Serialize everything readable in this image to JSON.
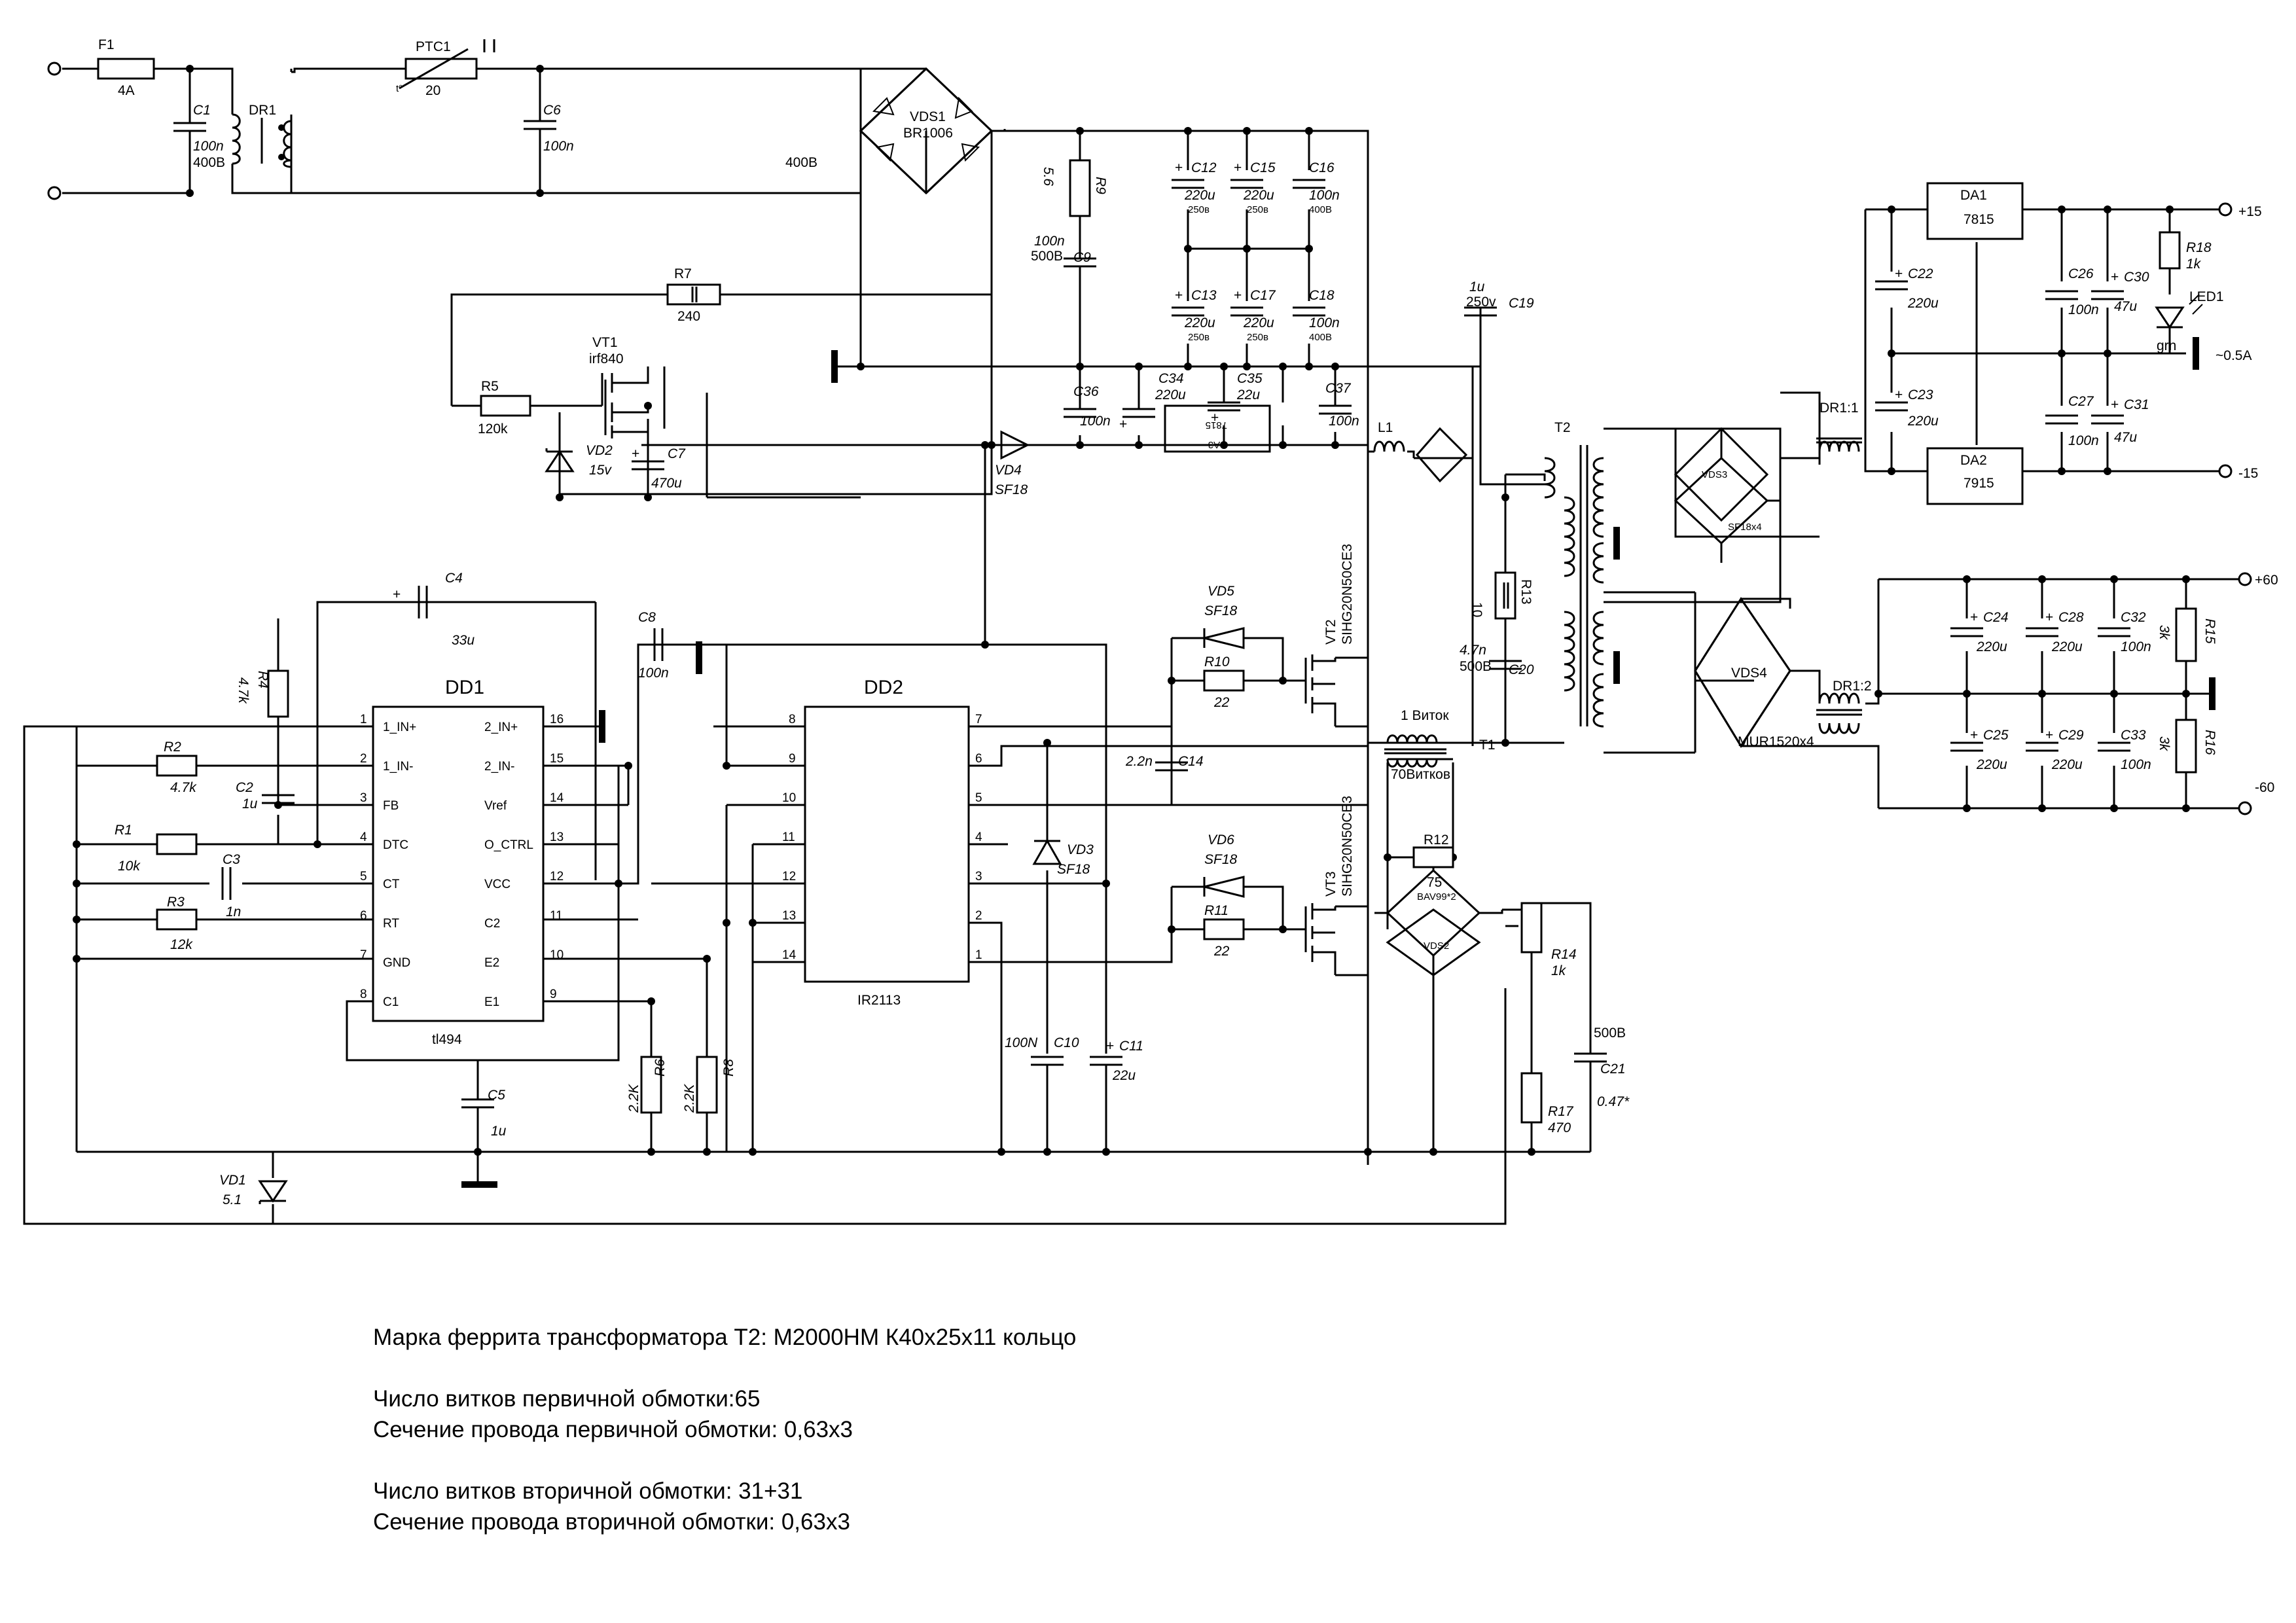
{
  "fuse": {
    "ref": "F1",
    "value": "4A"
  },
  "c1": {
    "ref": "C1",
    "value": "100n",
    "rating": "400В"
  },
  "dr1": {
    "ref": "DR1"
  },
  "ptc1": {
    "ref": "PTC1",
    "tval": "t°",
    "value": "20"
  },
  "c6": {
    "ref": "C6",
    "value": "100n"
  },
  "vds1": {
    "ref": "VDS1",
    "value": "BR1006"
  },
  "bus_label": "400В",
  "r9": {
    "ref": "R9",
    "value": "5.6"
  },
  "c9": {
    "ref": "C9",
    "value": "100n",
    "rating": "500В"
  },
  "c12": {
    "ref": "C12",
    "value": "220u",
    "rating": "250в"
  },
  "c15": {
    "ref": "C15",
    "value": "220u",
    "rating": "250в"
  },
  "c16": {
    "ref": "C16",
    "value": "100n",
    "rating": "400В"
  },
  "c13": {
    "ref": "C13",
    "value": "220u",
    "rating": "250в"
  },
  "c17": {
    "ref": "C17",
    "value": "220u",
    "rating": "250в"
  },
  "c18": {
    "ref": "C18",
    "value": "100n",
    "rating": "400В"
  },
  "r7": {
    "ref": "R7",
    "value": "240"
  },
  "vt1": {
    "ref": "VT1",
    "value": "irf840"
  },
  "r5": {
    "ref": "R5",
    "value": "120k"
  },
  "vd2": {
    "ref": "VD2",
    "value": "15v"
  },
  "c7": {
    "ref": "C7",
    "value": "470u"
  },
  "c36": {
    "ref": "C36",
    "value": "100n"
  },
  "c34": {
    "ref": "C34",
    "value": "220u"
  },
  "c35": {
    "ref": "C35",
    "value": "22u"
  },
  "c37": {
    "ref": "C37",
    "value": "100n"
  },
  "da3": {
    "ref": "DA3",
    "value": "7815"
  },
  "vd4": {
    "ref": "VD4",
    "value": "SF18"
  },
  "c19": {
    "ref": "C19",
    "value": "1u",
    "rating": "250v"
  },
  "l1": {
    "ref": "L1"
  },
  "t2": {
    "ref": "T2"
  },
  "vds3": {
    "ref": "VDS3",
    "value": "SF18x4"
  },
  "dr11": {
    "ref": "DR1:1"
  },
  "da1": {
    "ref": "DA1",
    "value": "7815"
  },
  "da2": {
    "ref": "DA2",
    "value": "7915"
  },
  "c22": {
    "ref": "C22",
    "value": "220u"
  },
  "c23": {
    "ref": "C23",
    "value": "220u"
  },
  "c26": {
    "ref": "C26",
    "value": "100n"
  },
  "c27": {
    "ref": "C27",
    "value": "100n"
  },
  "c30": {
    "ref": "C30",
    "value": "47u"
  },
  "c31": {
    "ref": "C31",
    "value": "47u"
  },
  "r18": {
    "ref": "R18",
    "value": "1k"
  },
  "led1": {
    "ref": "LED1",
    "value": "grn"
  },
  "out_p15": "+15",
  "out_m15": "-15",
  "current": "~0.5A",
  "out_p60": "+60",
  "out_m60": "-60",
  "vds4": {
    "ref": "VDS4",
    "value": "MUR1520x4"
  },
  "dr12": {
    "ref": "DR1:2"
  },
  "c24": {
    "ref": "C24",
    "value": "220u"
  },
  "c25": {
    "ref": "C25",
    "value": "220u"
  },
  "c28": {
    "ref": "C28",
    "value": "220u"
  },
  "c29": {
    "ref": "C29",
    "value": "220u"
  },
  "c32": {
    "ref": "C32",
    "value": "100n"
  },
  "c33": {
    "ref": "C33",
    "value": "100n"
  },
  "r15": {
    "ref": "R15",
    "value": "3k"
  },
  "r16": {
    "ref": "R16",
    "value": "3k"
  },
  "r13": {
    "ref": "R13",
    "value": "10"
  },
  "c20": {
    "ref": "C20",
    "value": "4.7n",
    "rating": "500В"
  },
  "vt2": {
    "ref": "VT2",
    "value": "SIHG20N50CE3"
  },
  "vt3": {
    "ref": "VT3",
    "value": "SIHG20N50CE3"
  },
  "vd5": {
    "ref": "VD5",
    "value": "SF18"
  },
  "r10": {
    "ref": "R10",
    "value": "22"
  },
  "vd6": {
    "ref": "VD6",
    "value": "SF18"
  },
  "r11": {
    "ref": "R11",
    "value": "22"
  },
  "t1": {
    "ref": "T1",
    "prim": "1 Виток",
    "sec": "70Витков"
  },
  "r12": {
    "ref": "R12",
    "value": "75"
  },
  "vds2": {
    "ref": "VDS2",
    "value": "BAV99*2"
  },
  "r14": {
    "ref": "R14",
    "value": "1k"
  },
  "r17": {
    "ref": "R17",
    "value": "470"
  },
  "c21": {
    "ref": "C21",
    "value": "0.47*",
    "rating": "500В"
  },
  "c14": {
    "ref": "C14",
    "value": "2.2n"
  },
  "vd3": {
    "ref": "VD3",
    "value": "SF18"
  },
  "c10": {
    "ref": "C10",
    "value": "100N"
  },
  "c11": {
    "ref": "C11",
    "value": "22u"
  },
  "r6": {
    "ref": "R6",
    "value": "2.2K"
  },
  "r8": {
    "ref": "R8",
    "value": "2.2K"
  },
  "c4": {
    "ref": "C4",
    "value": "33u"
  },
  "c8": {
    "ref": "C8",
    "value": "100n"
  },
  "r4": {
    "ref": "R4",
    "value": "4.7k"
  },
  "r2": {
    "ref": "R2",
    "value": "4.7k"
  },
  "c2": {
    "ref": "C2",
    "value": "1u"
  },
  "r1": {
    "ref": "R1",
    "value": "10k"
  },
  "c3": {
    "ref": "C3",
    "value": "1n"
  },
  "r3": {
    "ref": "R3",
    "value": "12k"
  },
  "c5": {
    "ref": "C5",
    "value": "1u"
  },
  "vd1": {
    "ref": "VD1",
    "value": "5.1"
  },
  "dd1": {
    "ref": "DD1",
    "part": "tl494",
    "left_pins": [
      {
        "num": "1",
        "name": "1_IN+"
      },
      {
        "num": "2",
        "name": "1_IN-"
      },
      {
        "num": "3",
        "name": "FB"
      },
      {
        "num": "4",
        "name": "DTC"
      },
      {
        "num": "5",
        "name": "CT"
      },
      {
        "num": "6",
        "name": "RT"
      },
      {
        "num": "7",
        "name": "GND"
      },
      {
        "num": "8",
        "name": "C1"
      }
    ],
    "right_pins": [
      {
        "num": "16",
        "name": "2_IN+"
      },
      {
        "num": "15",
        "name": "2_IN-"
      },
      {
        "num": "14",
        "name": "Vref"
      },
      {
        "num": "13",
        "name": "O_CTRL"
      },
      {
        "num": "12",
        "name": "VCC"
      },
      {
        "num": "11",
        "name": "C2"
      },
      {
        "num": "10",
        "name": "E2"
      },
      {
        "num": "9",
        "name": "E1"
      }
    ]
  },
  "dd2": {
    "ref": "DD2",
    "part": "IR2113",
    "left_pins": [
      "8",
      "9",
      "10",
      "11",
      "12",
      "13",
      "14"
    ],
    "right_pins": [
      "7",
      "6",
      "5",
      "4",
      "3",
      "2",
      "1"
    ]
  },
  "notes": {
    "line1": "Марка феррита трансформатора T2: М2000НМ К40х25х11 кольцо",
    "line2": "Число витков первичной обмотки:65",
    "line3": "Сечение провода первичной обмотки: 0,63х3",
    "line4": "Число витков вторичной обмотки: 31+31",
    "line5": "Сечение провода вторичной обмотки: 0,63х3"
  }
}
